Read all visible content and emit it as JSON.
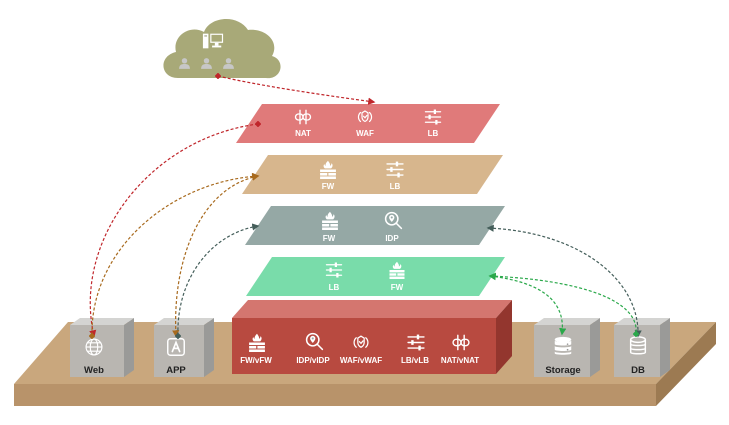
{
  "layers": {
    "top": {
      "color": "#e07a7a",
      "items": [
        {
          "label": "NAT",
          "icon": "nat-icon"
        },
        {
          "label": "WAF",
          "icon": "waf-icon"
        },
        {
          "label": "LB",
          "icon": "load-balancer-icon"
        }
      ]
    },
    "second": {
      "color": "#d7b68d",
      "items": [
        {
          "label": "FW",
          "icon": "firewall-icon"
        },
        {
          "label": "LB",
          "icon": "load-balancer-icon"
        }
      ]
    },
    "third": {
      "color": "#95a8a5",
      "items": [
        {
          "label": "FW",
          "icon": "firewall-icon"
        },
        {
          "label": "IDP",
          "icon": "idp-search-icon"
        }
      ]
    },
    "fourth": {
      "color": "#79dcaa",
      "items": [
        {
          "label": "LB",
          "icon": "load-balancer-icon"
        },
        {
          "label": "FW",
          "icon": "firewall-icon"
        }
      ]
    }
  },
  "virtual_box": {
    "color": "#b84a40",
    "items": [
      {
        "label": "FW/vFW",
        "icon": "firewall-icon"
      },
      {
        "label": "IDP/vIDP",
        "icon": "idp-search-icon"
      },
      {
        "label": "WAF/vWAF",
        "icon": "waf-icon"
      },
      {
        "label": "LB/vLB",
        "icon": "load-balancer-icon"
      },
      {
        "label": "NAT/vNAT",
        "icon": "nat-icon"
      }
    ]
  },
  "servers": {
    "web": {
      "label": "Web",
      "icon": "globe-icon"
    },
    "app": {
      "label": "APP",
      "icon": "app-icon"
    },
    "storage": {
      "label": "Storage",
      "icon": "storage-icon"
    },
    "db": {
      "label": "DB",
      "icon": "database-icon"
    }
  },
  "cloud": {
    "color": "#a8a978",
    "icons": [
      "computer-icon",
      "users-icon"
    ]
  },
  "platform": {
    "color": "#c9a77d"
  },
  "connector_colors": {
    "red": "#c0262b",
    "brown": "#a86a1e",
    "slate": "#445e5a",
    "green": "#2aa84a"
  }
}
